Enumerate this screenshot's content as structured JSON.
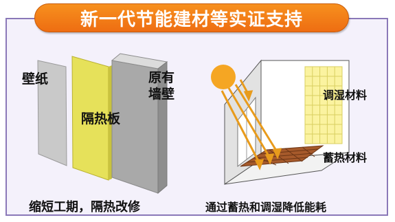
{
  "banner": {
    "title": "新一代节能建材等实证支持"
  },
  "left_panel": {
    "wallpaper_label": "壁纸",
    "insulation_label": "隔热板",
    "existing_wall_label_line1": "原有",
    "existing_wall_label_line2": "墙壁",
    "caption": "缩短工期，隔热改修"
  },
  "right_panel": {
    "humidity_label": "调湿材料",
    "heat_storage_label": "蓄热材料",
    "caption": "通过蓄热和调湿降低能耗"
  },
  "colors": {
    "banner_orange": "#f07c19",
    "frame_border": "#8a78b8",
    "insulation_yellow": "#e6e15a",
    "sun_orange": "#f5a623",
    "tile_brown": "#a0522d"
  }
}
